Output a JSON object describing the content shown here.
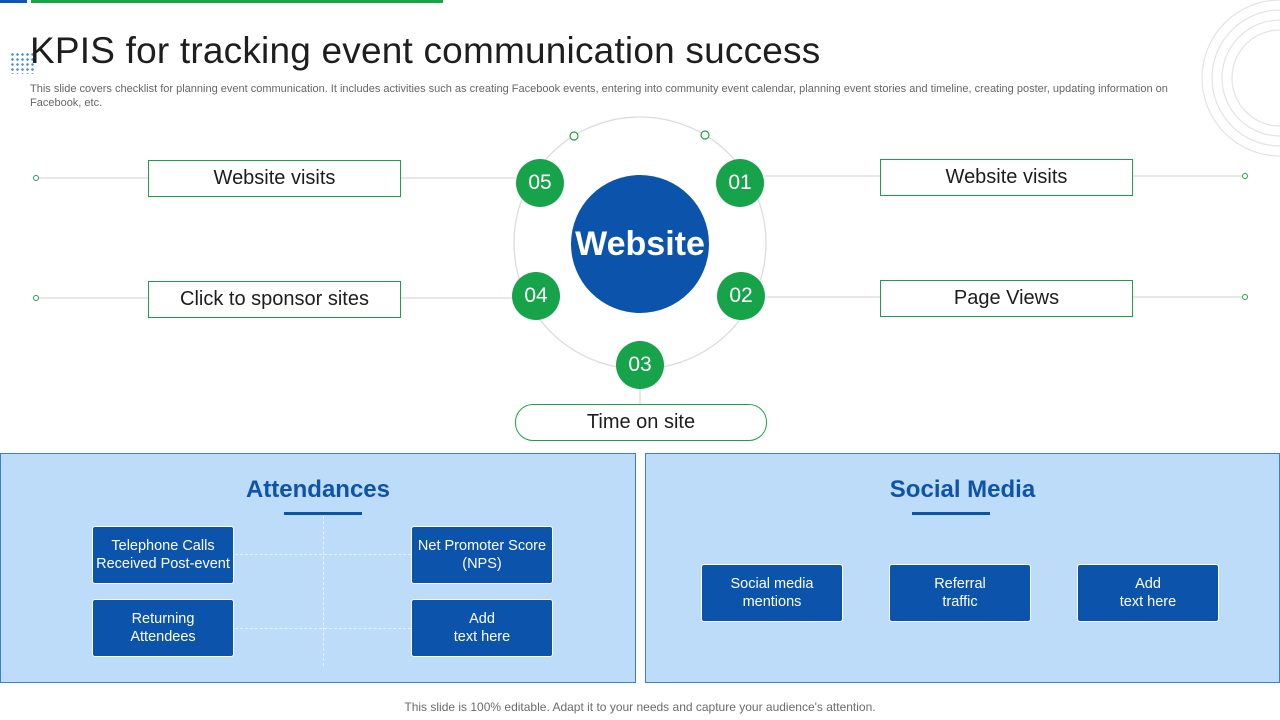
{
  "header": {
    "title": "KPIS for tracking event communication success",
    "subtitle": "This slide covers checklist for planning event communication. It includes activities such as creating Facebook events, entering into community event calendar, planning event stories and timeline, creating poster, updating information on Facebook, etc."
  },
  "hub": {
    "label": "Website",
    "items": [
      {
        "number": "05",
        "label": "Website visits"
      },
      {
        "number": "01",
        "label": "Website visits"
      },
      {
        "number": "04",
        "label": "Click to sponsor sites"
      },
      {
        "number": "02",
        "label": "Page Views"
      },
      {
        "number": "03",
        "label": "Time  on site"
      }
    ]
  },
  "attendances": {
    "title": "Attendances",
    "cards": [
      "Telephone Calls\nReceived Post-event",
      "Net Promoter Score\n(NPS)",
      "Returning\nAttendees",
      "Add\ntext here"
    ]
  },
  "social_media": {
    "title": "Social Media",
    "cards": [
      "Social media\nmentions",
      "Referral\ntraffic",
      "Add\ntext here"
    ]
  },
  "footer": {
    "text": "This slide is 100% editable. Adapt it to your needs and capture your audience's attention."
  },
  "colors": {
    "brand_blue": "#0c53ac",
    "brand_green": "#16a34a",
    "panel_bg": "#bcdcfa"
  }
}
